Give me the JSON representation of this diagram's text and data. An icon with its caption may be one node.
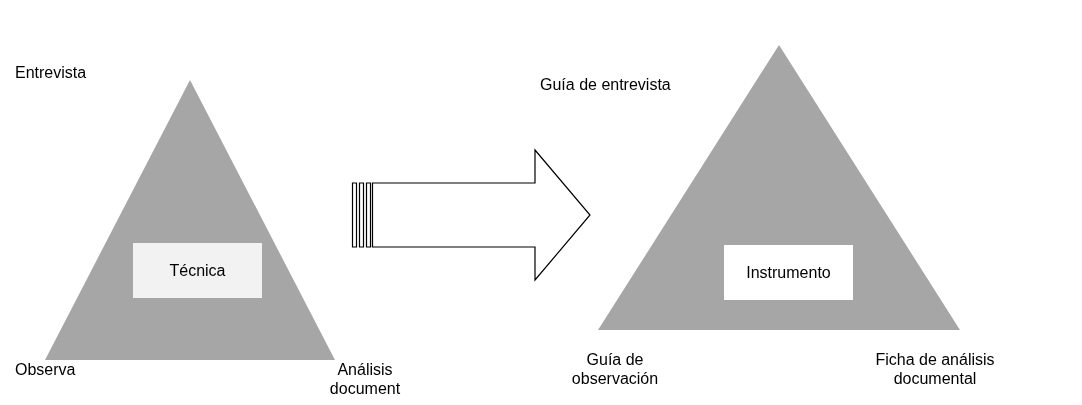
{
  "diagram": {
    "nodes": [
      {
        "text": [],
        "shape": "triangle",
        "beside": [
          "Entrevista",
          "Observa",
          "Análisis document"
        ]
      },
      {
        "text": [
          "Técnica"
        ],
        "in": 0
      },
      {
        "text": [],
        "shape": "triangle",
        "beside": [
          "Guía de entrevista",
          "Guía de observación",
          "Ficha de análisis documental"
        ]
      },
      {
        "text": [
          "Instrumento"
        ],
        "in": 2
      }
    ],
    "edges": [
      {
        "from": 0,
        "to": 2,
        "arrow": "to"
      }
    ]
  }
}
